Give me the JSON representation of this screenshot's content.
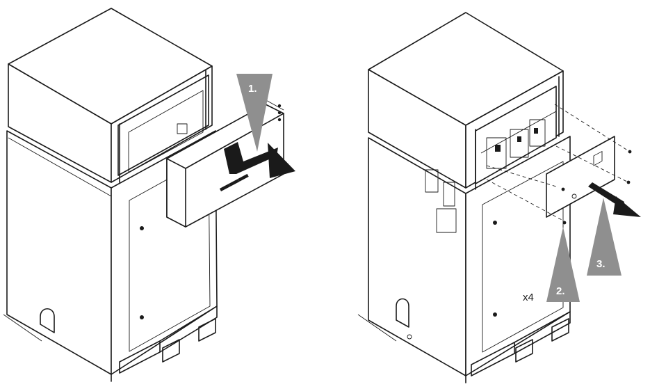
{
  "steps": {
    "step1": "1.",
    "step2": "2.",
    "step3": "3."
  },
  "multiplier": "x4",
  "colors": {
    "line": "#1a1a1a",
    "step_marker": "#8f8f8f",
    "background": "#ffffff"
  }
}
